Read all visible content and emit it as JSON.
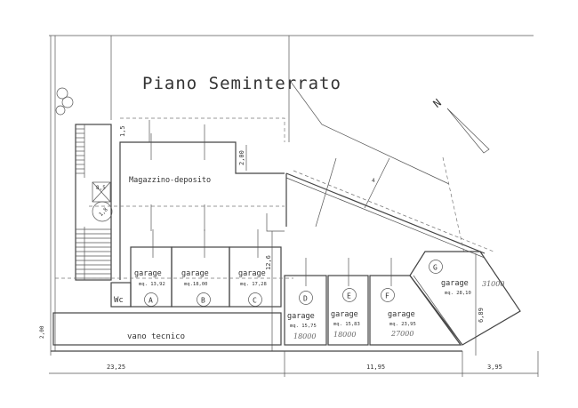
{
  "title": "Piano Seminterrato",
  "north_label": "N",
  "rooms": {
    "magazzino": "Magazzino-deposito",
    "vano_tecnico": "vano tecnico",
    "wc": "Wc"
  },
  "garages": [
    {
      "letter": "A",
      "label": "garage",
      "area": "mq. 13,92",
      "price": ""
    },
    {
      "letter": "B",
      "label": "garage",
      "area": "mq.18,00",
      "price": ""
    },
    {
      "letter": "C",
      "label": "garage",
      "area": "mq. 17,28",
      "price": ""
    },
    {
      "letter": "D",
      "label": "garage",
      "area": "mq. 15,75",
      "price": "18000"
    },
    {
      "letter": "E",
      "label": "garage",
      "area": "mq. 15,83",
      "price": "18000"
    },
    {
      "letter": "F",
      "label": "garage",
      "area": "mq. 23,95",
      "price": "27000"
    },
    {
      "letter": "G",
      "label": "garage",
      "area": "mq. 28,10",
      "price": "31000"
    }
  ],
  "dimensions": {
    "bottom_left": "23,25",
    "bottom_mid": "11,95",
    "bottom_right": "3,95",
    "height_right": "6,89",
    "c_height": "12,6",
    "top_1": "1,5",
    "top_2": "2,00",
    "left_small": "2,00",
    "diag": "4",
    "lift": "8,5",
    "stair": "1,8"
  }
}
